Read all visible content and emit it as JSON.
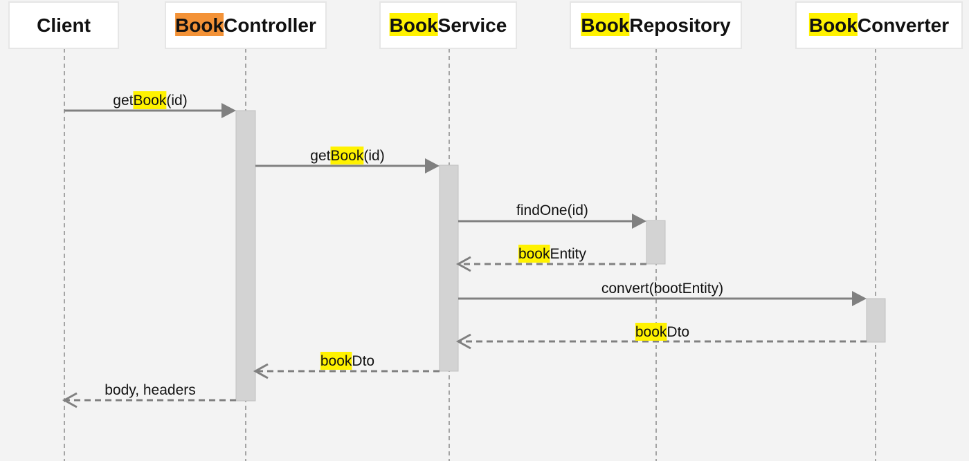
{
  "colors": {
    "background": "#f3f3f3",
    "highlight": "#fff200",
    "highlight_active": "#f39237",
    "arrow": "#808080",
    "activation": "#d3d3d3"
  },
  "participants": [
    {
      "id": "client",
      "prefix": "",
      "name": "Client"
    },
    {
      "id": "controller",
      "prefix": "Book",
      "name": "Controller",
      "highlight": "orange"
    },
    {
      "id": "service",
      "prefix": "Book",
      "name": "Service",
      "highlight": "yellow"
    },
    {
      "id": "repository",
      "prefix": "Book",
      "name": "Repository",
      "highlight": "yellow"
    },
    {
      "id": "converter",
      "prefix": "Book",
      "name": "Converter",
      "highlight": "yellow"
    }
  ],
  "messages": [
    {
      "from": "client",
      "to": "controller",
      "kind": "call",
      "pre": "get",
      "hl": "Book",
      "post": "(id)"
    },
    {
      "from": "controller",
      "to": "service",
      "kind": "call",
      "pre": "get",
      "hl": "Book",
      "post": "(id)"
    },
    {
      "from": "service",
      "to": "repository",
      "kind": "call",
      "pre": "findOne(id)",
      "hl": "",
      "post": ""
    },
    {
      "from": "repository",
      "to": "service",
      "kind": "return",
      "pre": "",
      "hl": "book",
      "post": "Entity"
    },
    {
      "from": "service",
      "to": "converter",
      "kind": "call",
      "pre": "convert(bootEntity)",
      "hl": "",
      "post": ""
    },
    {
      "from": "converter",
      "to": "service",
      "kind": "return",
      "pre": "",
      "hl": "book",
      "post": "Dto"
    },
    {
      "from": "service",
      "to": "controller",
      "kind": "return",
      "pre": "",
      "hl": "book",
      "post": "Dto"
    },
    {
      "from": "controller",
      "to": "client",
      "kind": "return",
      "pre": "body, headers",
      "hl": "",
      "post": ""
    }
  ]
}
